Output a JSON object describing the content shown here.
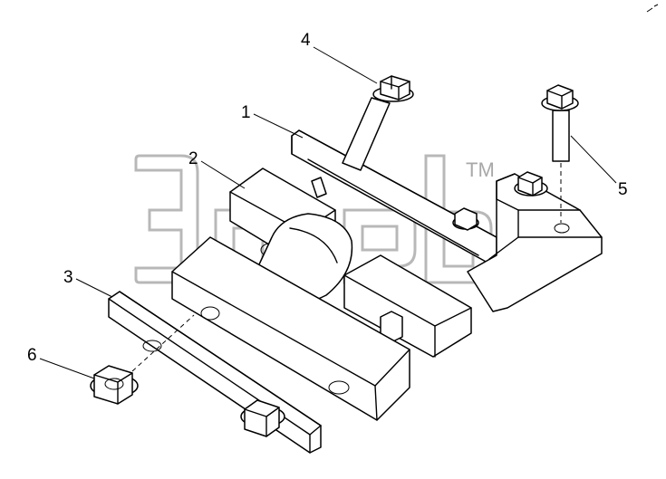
{
  "watermark": {
    "text": "Э Т Б",
    "trademark": "TM"
  },
  "callouts": [
    {
      "label": "1"
    },
    {
      "label": "2"
    },
    {
      "label": "3"
    },
    {
      "label": "4"
    },
    {
      "label": "5"
    },
    {
      "label": "6"
    }
  ]
}
